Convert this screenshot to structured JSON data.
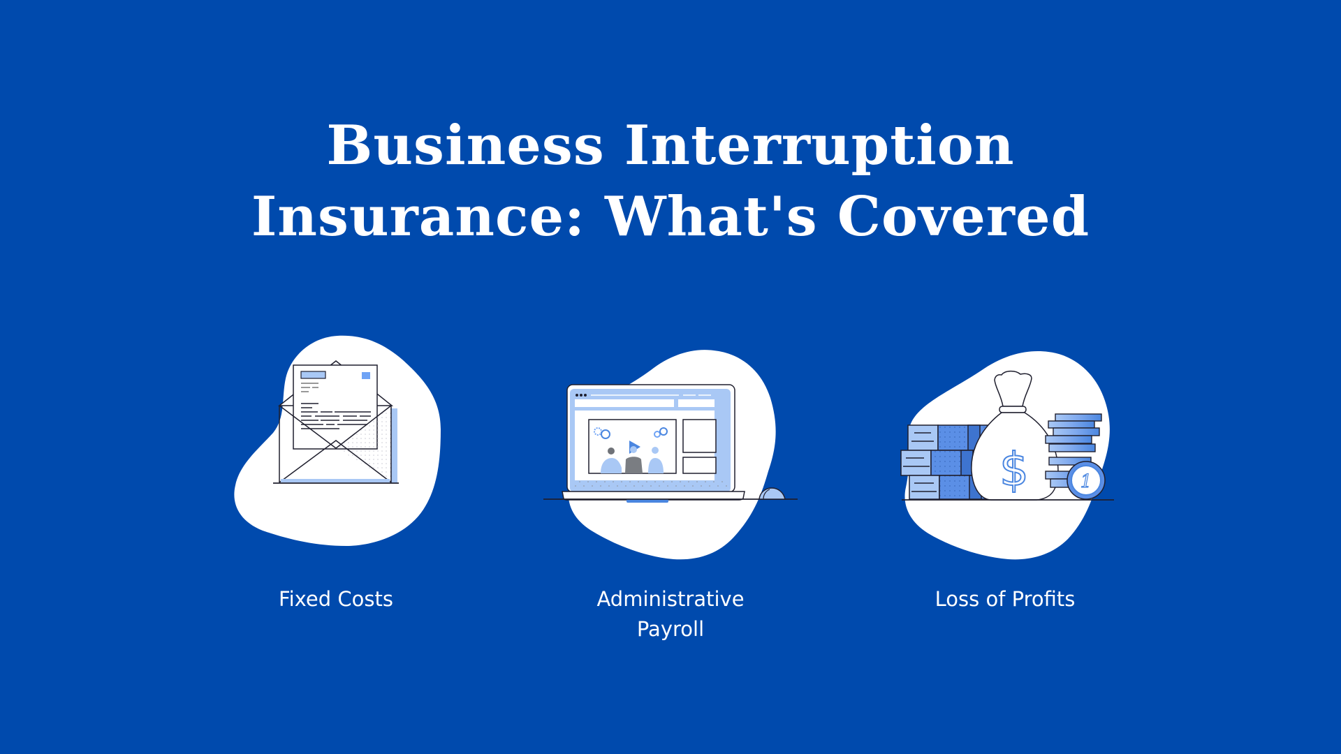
{
  "title": {
    "line1": "Business Interruption",
    "line2": "Insurance: What's Covered"
  },
  "theme": {
    "background": "#004AAD",
    "blob": "#FFFFFF",
    "accent_light": "#A9C8F5",
    "accent_mid": "#6FA3F5",
    "accent_dark": "#4A86E0",
    "outline": "#1F1F2E"
  },
  "items": [
    {
      "icon": "envelope-letter-icon",
      "label_line1": "Fixed Costs",
      "label_line2": ""
    },
    {
      "icon": "laptop-video-icon",
      "label_line1": "Administrative",
      "label_line2": "Payroll"
    },
    {
      "icon": "money-bag-coins-icon",
      "label_line1": "Loss of Profits",
      "label_line2": ""
    }
  ],
  "coin_label": "1",
  "bag_symbol": "$"
}
